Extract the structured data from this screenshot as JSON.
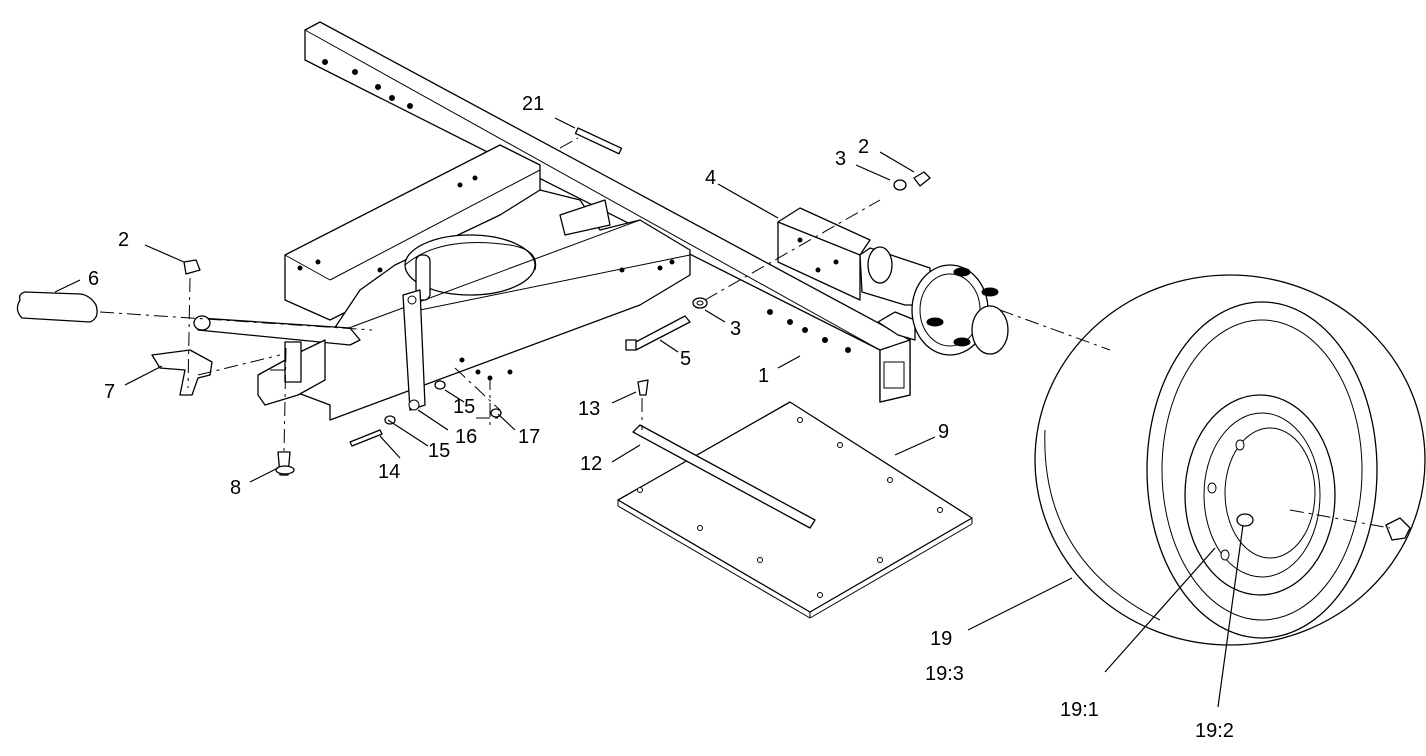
{
  "callouts": [
    {
      "id": "c21",
      "text": "21"
    },
    {
      "id": "c3a",
      "text": "3"
    },
    {
      "id": "c2a",
      "text": "2"
    },
    {
      "id": "c4",
      "text": "4"
    },
    {
      "id": "c2b",
      "text": "2"
    },
    {
      "id": "c6",
      "text": "6"
    },
    {
      "id": "c7",
      "text": "7"
    },
    {
      "id": "c3b",
      "text": "3"
    },
    {
      "id": "c5",
      "text": "5"
    },
    {
      "id": "c1",
      "text": "1"
    },
    {
      "id": "c13",
      "text": "13"
    },
    {
      "id": "c15a",
      "text": "15"
    },
    {
      "id": "c15b",
      "text": "15"
    },
    {
      "id": "c16",
      "text": "16"
    },
    {
      "id": "c17",
      "text": "17"
    },
    {
      "id": "c14",
      "text": "14"
    },
    {
      "id": "c8",
      "text": "8"
    },
    {
      "id": "c9",
      "text": "9"
    },
    {
      "id": "c12",
      "text": "12"
    },
    {
      "id": "c19",
      "text": "19"
    },
    {
      "id": "c19_3",
      "text": "19:3"
    },
    {
      "id": "c19_1",
      "text": "19:1"
    },
    {
      "id": "c19_2",
      "text": "19:2"
    }
  ]
}
